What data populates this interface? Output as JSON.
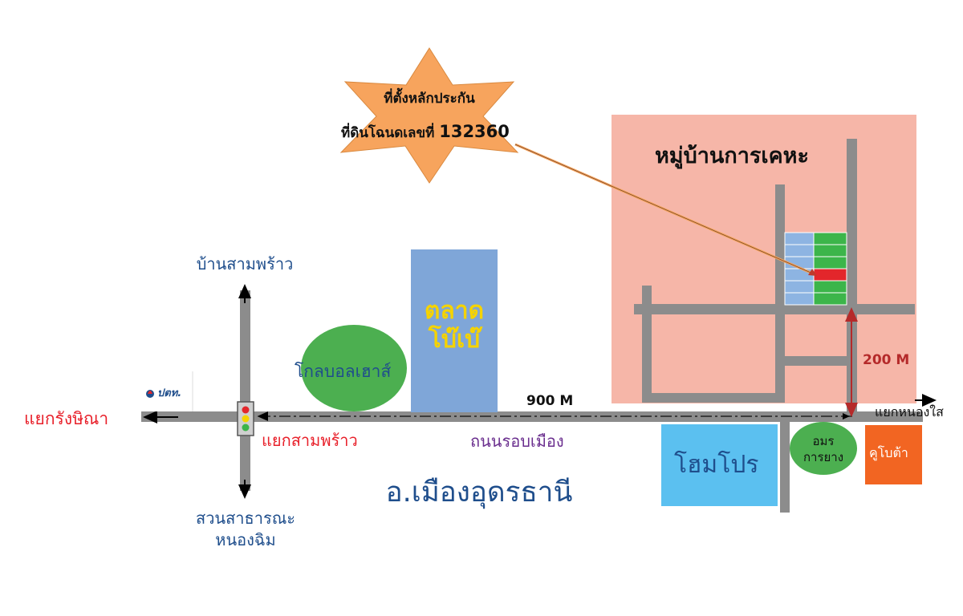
{
  "callout": {
    "line1": "ที่ตั้งหลักประกัน",
    "line2_prefix": "ที่ดินโฉนดเลขที่",
    "line2_number": "132360"
  },
  "village": {
    "title": "หมู่บ้านการเคหะ"
  },
  "places": {
    "market_line1": "ตลาด",
    "market_line2": "โบ๊เบ๊",
    "global_house": "โกลบอลเฮาส์",
    "home_pro": "โฮมโปร",
    "amorn_line1": "อมร",
    "amorn_line2": "การยาง",
    "kubota": "คูโบต้า",
    "ptt_logo": "ปตท."
  },
  "roads": {
    "north": "บ้านสามพร้าว",
    "south_line1": "สวนสาธารณะ",
    "south_line2": "หนองฉิม",
    "west": "แยกรังษิณา",
    "east": "แยกหนองใส",
    "junction": "แยกสามพร้าว",
    "ring_road": "ถนนรอบเมือง"
  },
  "distances": {
    "main": "900 M",
    "side": "200 M"
  },
  "district": "อ.เมืองอุดรธานี",
  "colors": {
    "road": "#8c8c8c",
    "village_bg": "#f6b6a8",
    "market": "#7fa6d8",
    "global_house": "#4caf50",
    "home_pro": "#5bc0f0",
    "kubota": "#f26522",
    "star": "#f7a45d",
    "highlight_plot": "#e3262b",
    "distance_line": "#b52a2a"
  }
}
